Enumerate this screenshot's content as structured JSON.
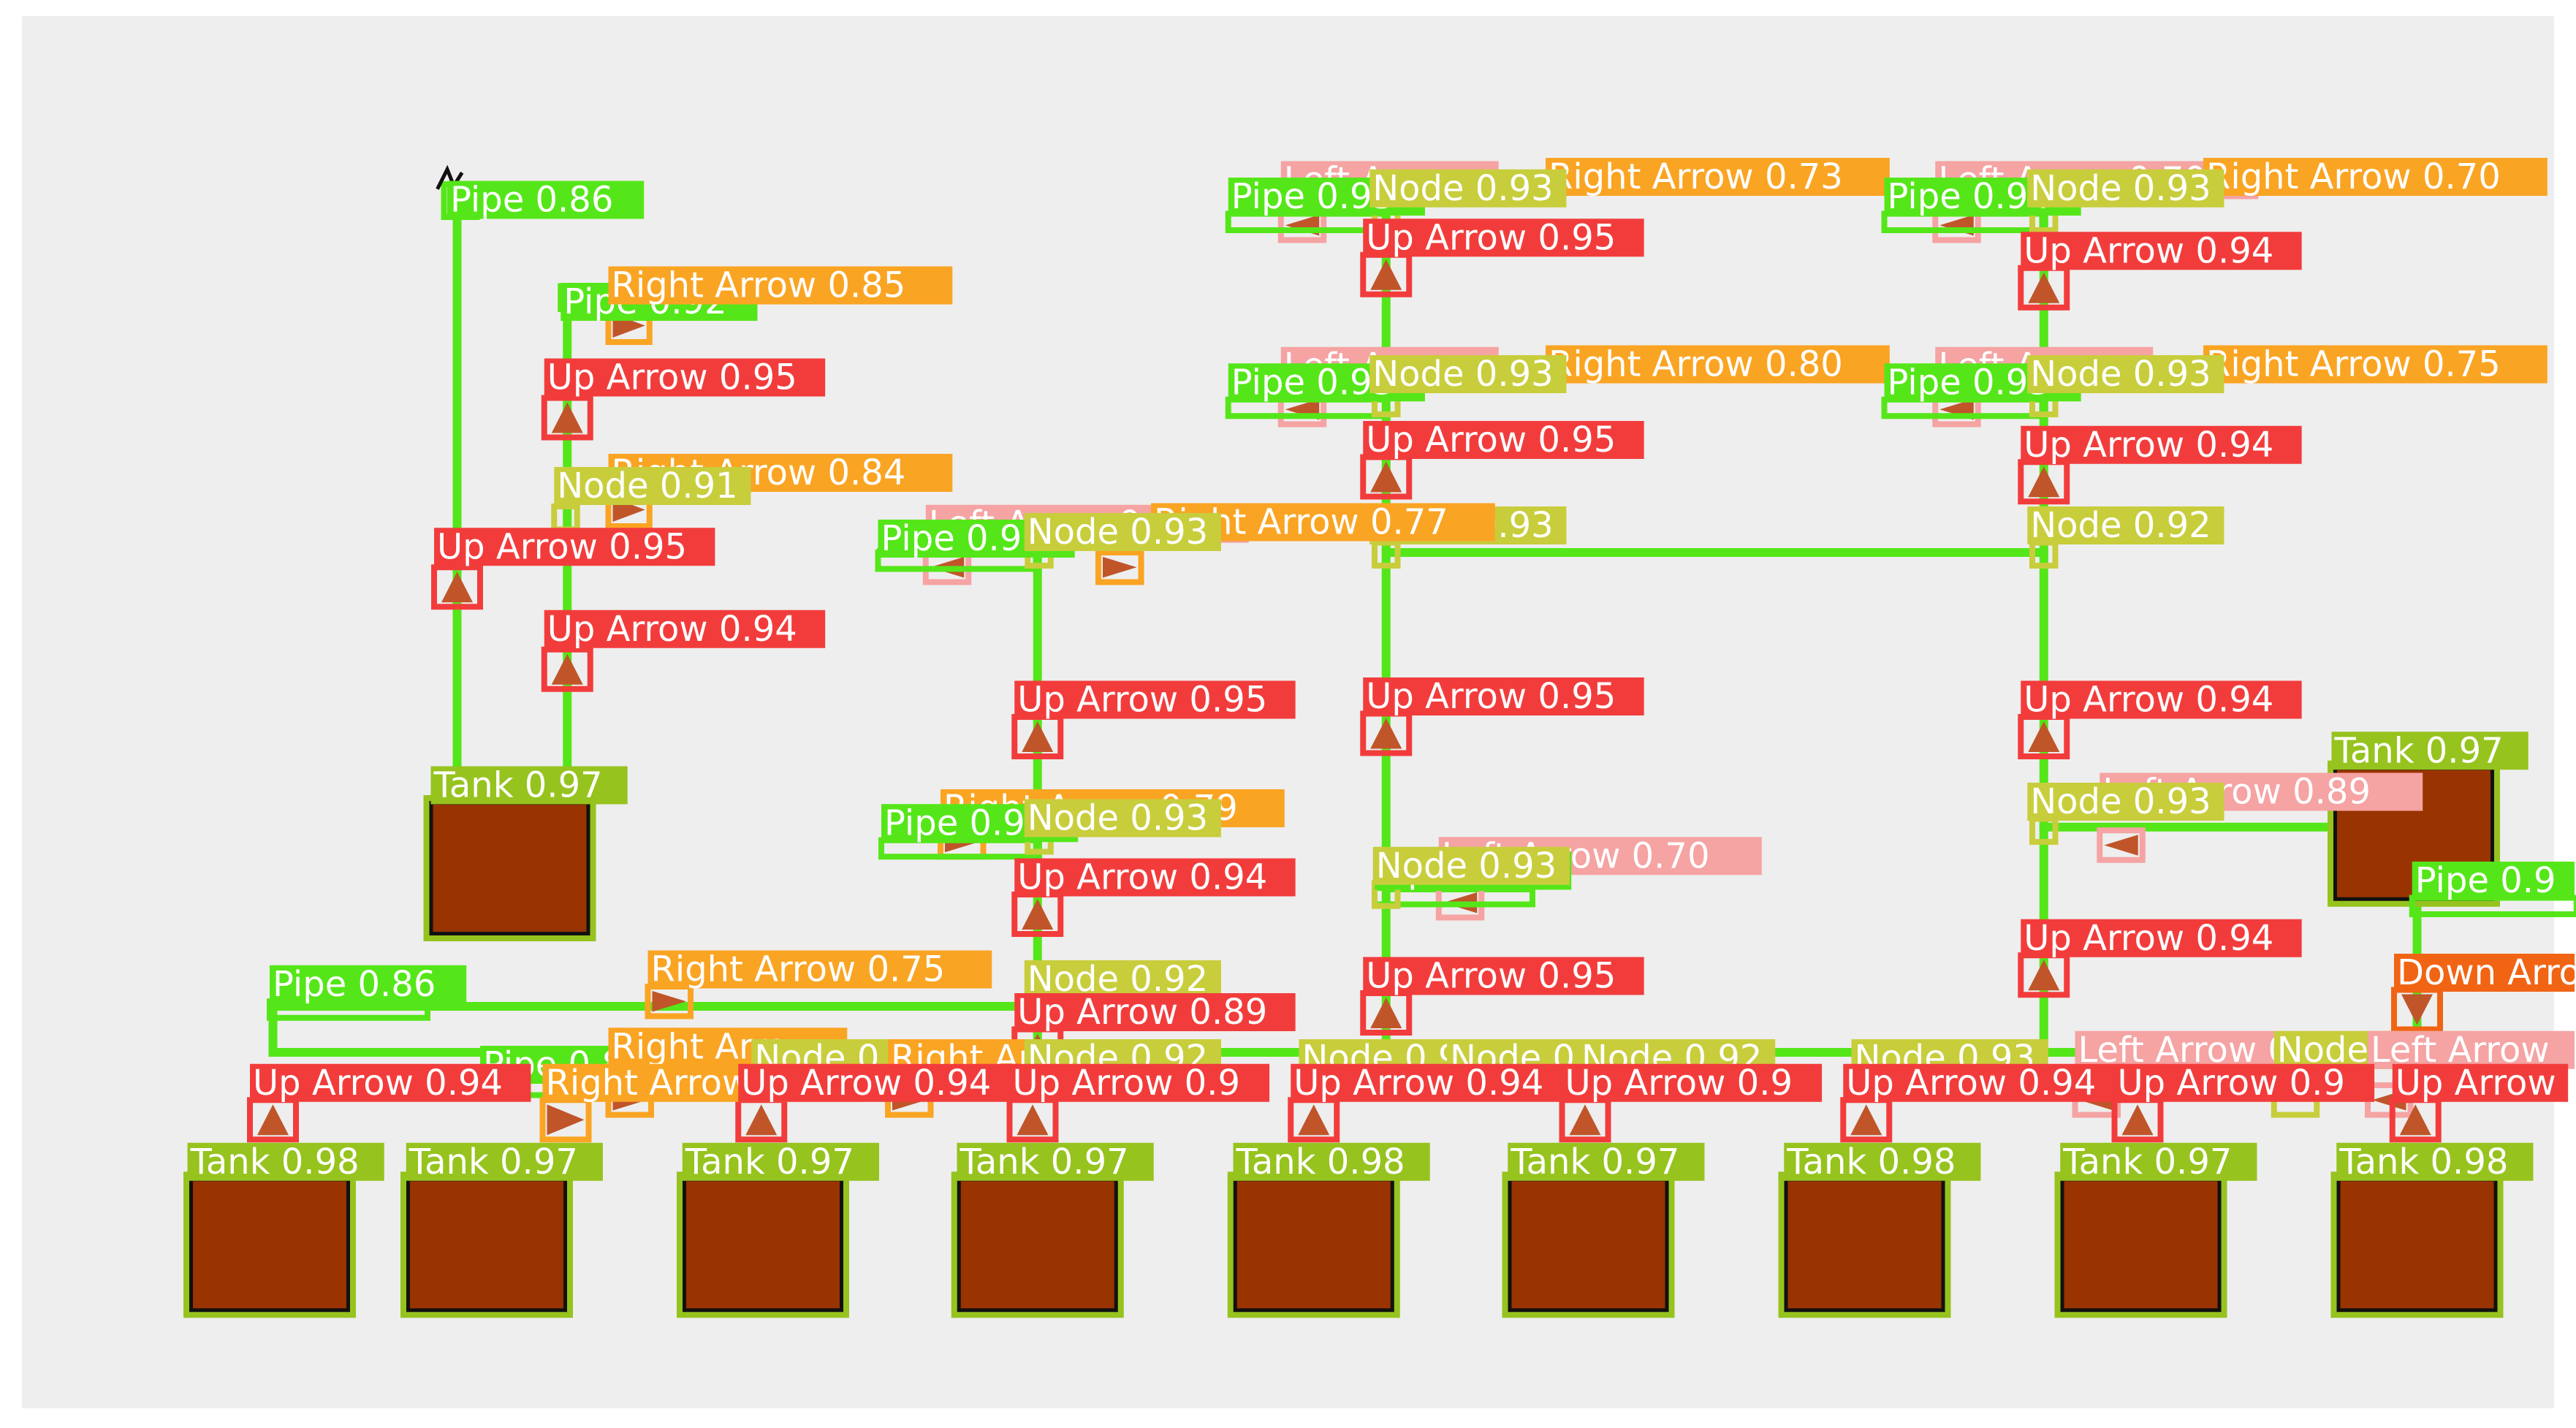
{
  "colors": {
    "background": "#eeeeee",
    "pipe": "#55e619",
    "up_arrow": "#f23c3c",
    "right_arrow": "#faa423",
    "left_arrow": "#f5a3a3",
    "node": "#c8cd3c",
    "tank_label": "#96c31e",
    "tank_fill": "#993300",
    "down_arrow": "#f06414",
    "label_text": "#ffffff"
  },
  "detections": [
    {
      "id": "pipe-1",
      "cls": "pipe",
      "label": "Pipe 0.86"
    },
    {
      "id": "pipe-2",
      "cls": "pipe",
      "label": "Pipe 0.92"
    },
    {
      "id": "right-arrow-1",
      "cls": "right_arrow",
      "label": "Right Arrow 0.85"
    },
    {
      "id": "up-arrow-1",
      "cls": "up_arrow",
      "label": "Up Arrow 0.95"
    },
    {
      "id": "right-arrow-2",
      "cls": "right_arrow",
      "label": "Right Arrow 0.84"
    },
    {
      "id": "node-1",
      "cls": "node",
      "label": "Node 0.91"
    },
    {
      "id": "up-arrow-2",
      "cls": "up_arrow",
      "label": "Up Arrow 0.95"
    },
    {
      "id": "up-arrow-3",
      "cls": "up_arrow",
      "label": "Up Arrow 0.94"
    },
    {
      "id": "tank-1",
      "cls": "tank",
      "label": "Tank 0.97"
    },
    {
      "id": "left-arrow-1",
      "cls": "left_arrow",
      "label": "Left Arrow"
    },
    {
      "id": "right-arrow-3",
      "cls": "right_arrow",
      "label": "Right Arrow 0.73"
    },
    {
      "id": "pipe-3",
      "cls": "pipe",
      "label": "Pipe 0.93"
    },
    {
      "id": "node-2",
      "cls": "node",
      "label": "Node 0.93"
    },
    {
      "id": "up-arrow-4",
      "cls": "up_arrow",
      "label": "Up Arrow 0.95"
    },
    {
      "id": "left-arrow-2",
      "cls": "left_arrow",
      "label": "Left Arrow"
    },
    {
      "id": "right-arrow-4",
      "cls": "right_arrow",
      "label": "Right Arrow 0.80"
    },
    {
      "id": "pipe-4",
      "cls": "pipe",
      "label": "Pipe 0.93"
    },
    {
      "id": "node-3",
      "cls": "node",
      "label": "Node 0.93"
    },
    {
      "id": "up-arrow-5",
      "cls": "up_arrow",
      "label": "Up Arrow 0.95"
    },
    {
      "id": "node-4",
      "cls": "node",
      "label": "Node 0.93"
    },
    {
      "id": "left-arrow-3",
      "cls": "left_arrow",
      "label": "Left Arrow 0.70"
    },
    {
      "id": "right-arrow-5",
      "cls": "right_arrow",
      "label": "Right Arrow 0.70"
    },
    {
      "id": "pipe-5",
      "cls": "pipe",
      "label": "Pipe 0.94"
    },
    {
      "id": "node-5",
      "cls": "node",
      "label": "Node 0.93"
    },
    {
      "id": "up-arrow-6",
      "cls": "up_arrow",
      "label": "Up Arrow 0.94"
    },
    {
      "id": "left-arrow-4",
      "cls": "left_arrow",
      "label": "Left Arrow"
    },
    {
      "id": "right-arrow-6",
      "cls": "right_arrow",
      "label": "Right Arrow 0.75"
    },
    {
      "id": "pipe-6",
      "cls": "pipe",
      "label": "Pipe 0.93"
    },
    {
      "id": "node-6",
      "cls": "node",
      "label": "Node 0.93"
    },
    {
      "id": "up-arrow-7",
      "cls": "up_arrow",
      "label": "Up Arrow 0.94"
    },
    {
      "id": "node-7",
      "cls": "node",
      "label": "Node 0.92"
    },
    {
      "id": "left-arrow-5",
      "cls": "left_arrow",
      "label": "Left Arrow 0.93"
    },
    {
      "id": "right-arrow-7",
      "cls": "right_arrow",
      "label": "Right Arrow 0.77"
    },
    {
      "id": "pipe-7",
      "cls": "pipe",
      "label": "Pipe 0.93"
    },
    {
      "id": "node-8",
      "cls": "node",
      "label": "Node 0.93"
    },
    {
      "id": "up-arrow-8",
      "cls": "up_arrow",
      "label": "Up Arrow 0.95"
    },
    {
      "id": "up-arrow-9",
      "cls": "up_arrow",
      "label": "Up Arrow 0.95"
    },
    {
      "id": "up-arrow-10",
      "cls": "up_arrow",
      "label": "Up Arrow 0.94"
    },
    {
      "id": "right-arrow-8",
      "cls": "right_arrow",
      "label": "Right Arrow 0.79"
    },
    {
      "id": "pipe-8",
      "cls": "pipe",
      "label": "Pipe 0.93"
    },
    {
      "id": "node-9",
      "cls": "node",
      "label": "Node 0.93"
    },
    {
      "id": "up-arrow-11",
      "cls": "up_arrow",
      "label": "Up Arrow 0.94"
    },
    {
      "id": "left-arrow-6",
      "cls": "left_arrow",
      "label": "Left Arrow 0.70"
    },
    {
      "id": "pipe-9",
      "cls": "pipe",
      "label": "Pipe 0.91"
    },
    {
      "id": "node-10",
      "cls": "node",
      "label": "Node 0.93"
    },
    {
      "id": "tank-2",
      "cls": "tank",
      "label": "Tank 0.97"
    },
    {
      "id": "left-arrow-7",
      "cls": "left_arrow",
      "label": "Left Arrow 0.89"
    },
    {
      "id": "node-11",
      "cls": "node",
      "label": "Node 0.93"
    },
    {
      "id": "pipe-10",
      "cls": "pipe",
      "label": "Pipe 0.9"
    },
    {
      "id": "up-arrow-12",
      "cls": "up_arrow",
      "label": "Up Arrow 0.94"
    },
    {
      "id": "up-arrow-13",
      "cls": "up_arrow",
      "label": "Up Arrow 0.95"
    },
    {
      "id": "down-arrow-1",
      "cls": "down_arrow",
      "label": "Down Arrow"
    },
    {
      "id": "node-12",
      "cls": "node",
      "label": "Node 0"
    },
    {
      "id": "pipe-11",
      "cls": "pipe",
      "label": "Pipe 0.86"
    },
    {
      "id": "right-arrow-9",
      "cls": "right_arrow",
      "label": "Right Arrow 0.75"
    },
    {
      "id": "node-13",
      "cls": "node",
      "label": "Node 0.92"
    },
    {
      "id": "up-arrow-14",
      "cls": "up_arrow",
      "label": "Up Arrow 0.89"
    },
    {
      "id": "pipe-12",
      "cls": "pipe",
      "label": "Pipe 0.80"
    },
    {
      "id": "right-arrow-10",
      "cls": "right_arrow",
      "label": "Right Arrow"
    },
    {
      "id": "node-14",
      "cls": "node",
      "label": "Node 0.93"
    },
    {
      "id": "right-arrow-11",
      "cls": "right_arrow",
      "label": "Right Arrow"
    },
    {
      "id": "node-15",
      "cls": "node",
      "label": "Node 0.92"
    },
    {
      "id": "node-16",
      "cls": "node",
      "label": "Node 0.93"
    },
    {
      "id": "node-17",
      "cls": "node",
      "label": "Node 0.93"
    },
    {
      "id": "node-18",
      "cls": "node",
      "label": "Node 0.92"
    },
    {
      "id": "node-19",
      "cls": "node",
      "label": "Node 0.93"
    },
    {
      "id": "left-arrow-8",
      "cls": "left_arrow",
      "label": "Left Arrow 0.93"
    },
    {
      "id": "node-20",
      "cls": "node",
      "label": "Node 0.92"
    },
    {
      "id": "left-arrow-9",
      "cls": "left_arrow",
      "label": "Left Arrow"
    },
    {
      "id": "up-arrow-15",
      "cls": "up_arrow",
      "label": "Up Arrow 0.94"
    },
    {
      "id": "right-arrow-12",
      "cls": "right_arrow",
      "label": "Right Arrow 0.9"
    },
    {
      "id": "up-arrow-16",
      "cls": "up_arrow",
      "label": "Up Arrow 0.94"
    },
    {
      "id": "up-arrow-17",
      "cls": "up_arrow",
      "label": "Up Arrow 0.9"
    },
    {
      "id": "up-arrow-18",
      "cls": "up_arrow",
      "label": "Up Arrow 0.94"
    },
    {
      "id": "up-arrow-19",
      "cls": "up_arrow",
      "label": "Up Arrow 0.9"
    },
    {
      "id": "up-arrow-20",
      "cls": "up_arrow",
      "label": "Up Arrow 0.94"
    },
    {
      "id": "up-arrow-21",
      "cls": "up_arrow",
      "label": "Up Arrow 0.9"
    },
    {
      "id": "up-arrow-22",
      "cls": "up_arrow",
      "label": "Up Arrow"
    },
    {
      "id": "tank-3",
      "cls": "tank",
      "label": "Tank 0.98"
    },
    {
      "id": "tank-4",
      "cls": "tank",
      "label": "Tank 0.97"
    },
    {
      "id": "tank-5",
      "cls": "tank",
      "label": "Tank 0.97"
    },
    {
      "id": "tank-6",
      "cls": "tank",
      "label": "Tank 0.97"
    },
    {
      "id": "tank-7",
      "cls": "tank",
      "label": "Tank 0.98"
    },
    {
      "id": "tank-8",
      "cls": "tank",
      "label": "Tank 0.97"
    },
    {
      "id": "tank-9",
      "cls": "tank",
      "label": "Tank 0.98"
    },
    {
      "id": "tank-10",
      "cls": "tank",
      "label": "Tank 0.97"
    },
    {
      "id": "tank-11",
      "cls": "tank",
      "label": "Tank 0.98"
    }
  ]
}
